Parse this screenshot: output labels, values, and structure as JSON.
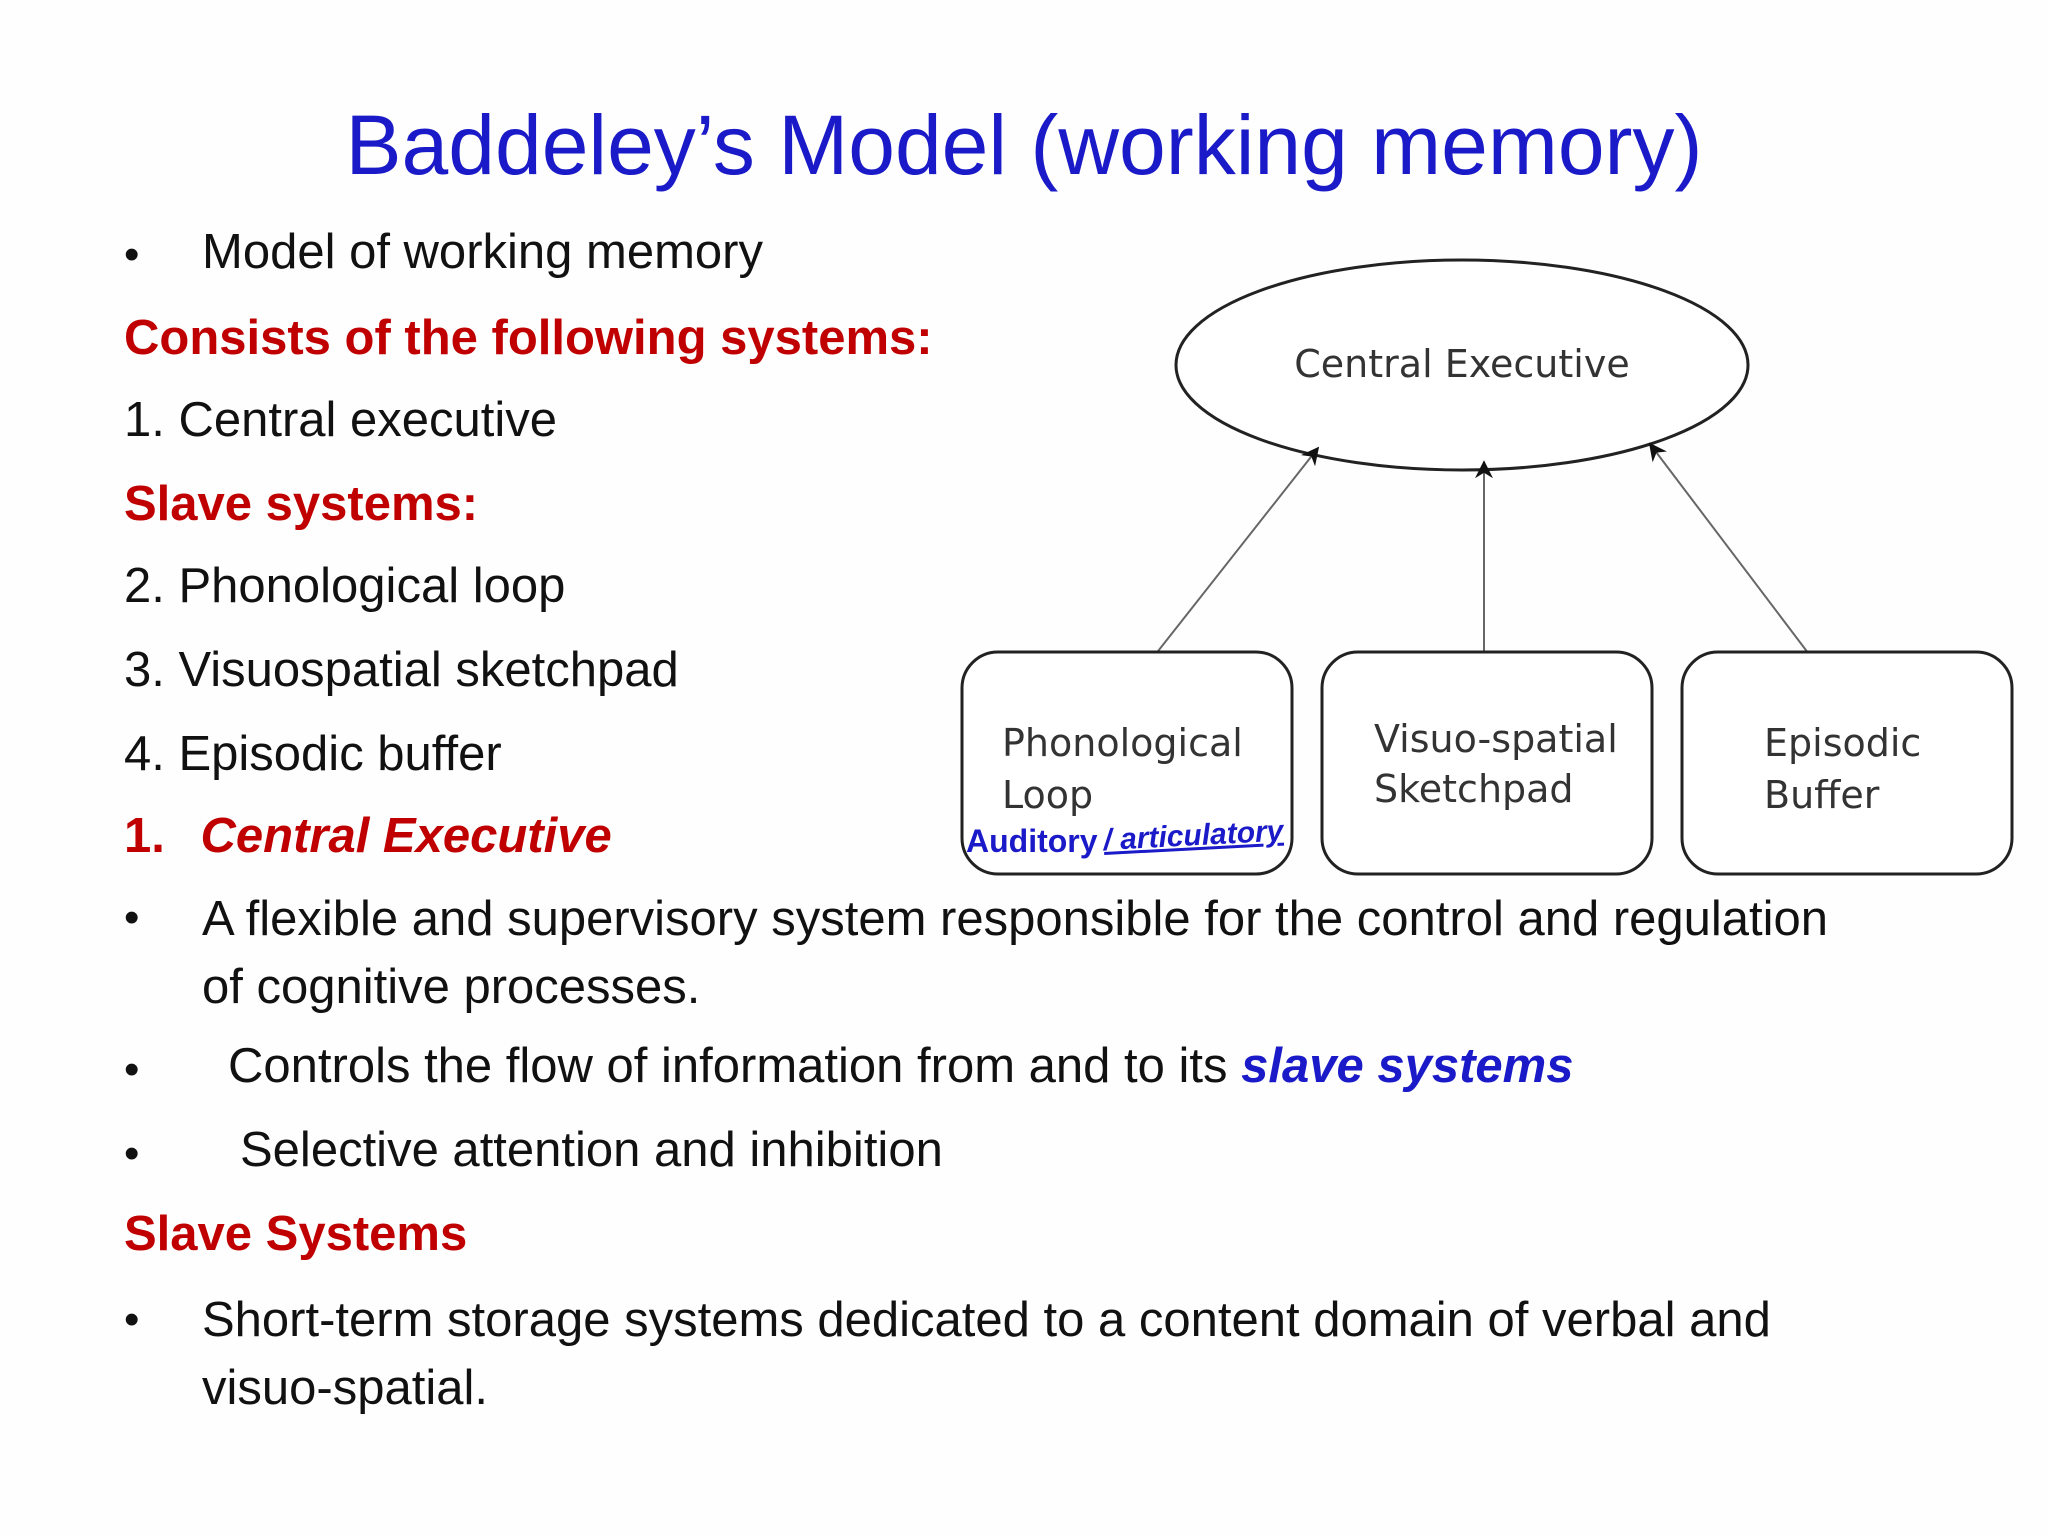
{
  "title": "Baddeley’s Model (working memory)",
  "intro_bullet": "Model of working memory",
  "consists_heading": "Consists of the following systems:",
  "item_1": "1. Central executive",
  "slave_heading": "Slave systems:",
  "item_2": "2. Phonological loop",
  "item_3": "3. Visuospatial sketchpad",
  "item_4": "4. Episodic buffer",
  "section_number": "1.",
  "section_title": "Central Executive",
  "bullet_glyph": "•",
  "ce_bullets": {
    "b1_line1": "A flexible and supervisory system responsible for the control and regulation",
    "b1_line2": "of cognitive processes.",
    "b2_prefix": "Controls the flow of information from and to its ",
    "b2_emph": "slave systems",
    "b3": "Selective attention and inhibition"
  },
  "slave_systems_heading": "Slave Systems",
  "slave_bullet_line1": "Short-term storage systems dedicated to a content domain  of verbal and",
  "slave_bullet_line2": "visuo-spatial.",
  "diagram": {
    "central_executive": "Central Executive",
    "phonological_line1": "Phonological",
    "phonological_line2": "Loop",
    "visuo_line1": "Visuo-spatial",
    "visuo_line2": "Sketchpad",
    "episodic_line1": "Episodic",
    "episodic_line2": "Buffer",
    "annotation_auditory": "Auditory",
    "annotation_articulatory": "/ articulatory"
  },
  "colors": {
    "title_blue": "#1a1ac8",
    "heading_red": "#c00000",
    "text": "#111111"
  }
}
